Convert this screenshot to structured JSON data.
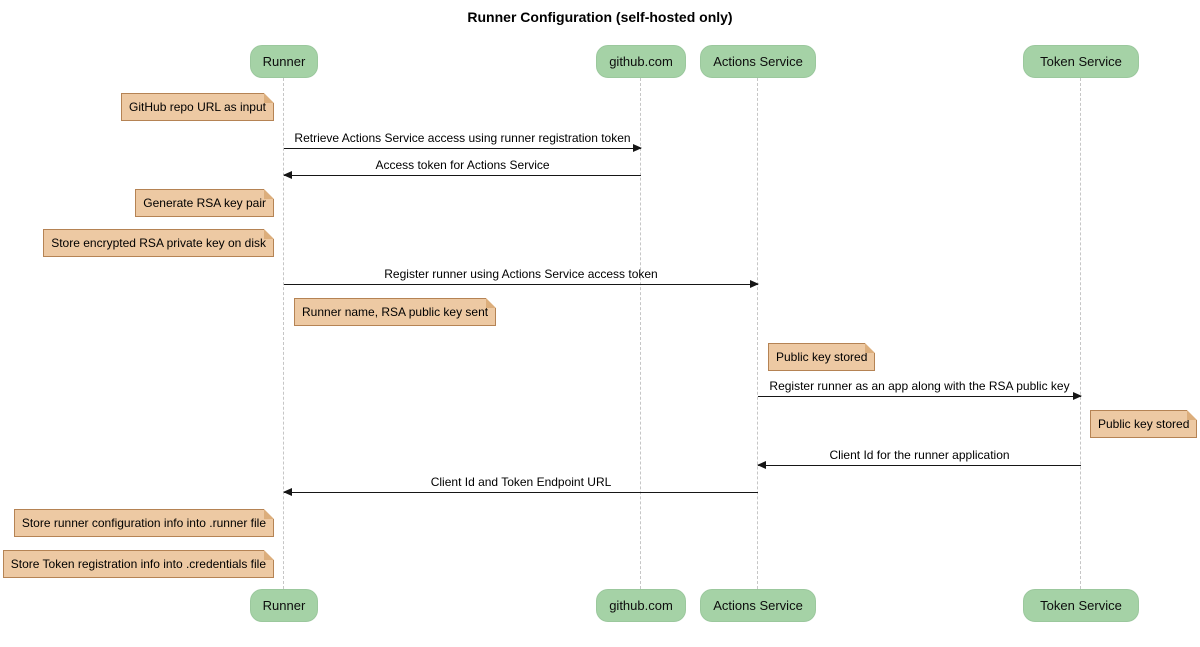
{
  "title": "Runner Configuration (self-hosted only)",
  "diagram_type": "sequence",
  "participants": [
    {
      "label": "Runner"
    },
    {
      "label": "github.com"
    },
    {
      "label": "Actions Service"
    },
    {
      "label": "Token Service"
    }
  ],
  "messages": [
    {
      "text": "Retrieve Actions Service access using runner registration token",
      "from": "Runner",
      "to": "github.com",
      "direction": "right"
    },
    {
      "text": "Access token for Actions Service",
      "from": "github.com",
      "to": "Runner",
      "direction": "left"
    },
    {
      "text": "Register runner using Actions Service access token",
      "from": "Runner",
      "to": "Actions Service",
      "direction": "right"
    },
    {
      "text": "Register runner as an app along with the RSA public key",
      "from": "Actions Service",
      "to": "Token Service",
      "direction": "right"
    },
    {
      "text": "Client Id for the runner application",
      "from": "Token Service",
      "to": "Actions Service",
      "direction": "left"
    },
    {
      "text": "Client Id and Token Endpoint URL",
      "from": "Actions Service",
      "to": "Runner",
      "direction": "left"
    }
  ],
  "notes": [
    {
      "text": "GitHub repo URL as input",
      "position": "left of Runner"
    },
    {
      "text": "Generate RSA key pair",
      "position": "left of Runner"
    },
    {
      "text": "Store encrypted RSA private key on disk",
      "position": "left of Runner"
    },
    {
      "text": "Runner name, RSA public key sent",
      "position": "right of Runner"
    },
    {
      "text": "Public key stored",
      "position": "right of Actions Service"
    },
    {
      "text": "Public key stored",
      "position": "right of Token Service"
    },
    {
      "text": "Store runner configuration info into .runner file",
      "position": "left of Runner"
    },
    {
      "text": "Store Token registration info into .credentials file",
      "position": "left of Runner"
    }
  ],
  "colors": {
    "participant_fill": "#a5d2a6",
    "note_fill": "#edc9a3",
    "note_border": "#b58354",
    "lifeline": "#c6c6c6",
    "arrow": "#161616",
    "background": "#ffffff"
  }
}
